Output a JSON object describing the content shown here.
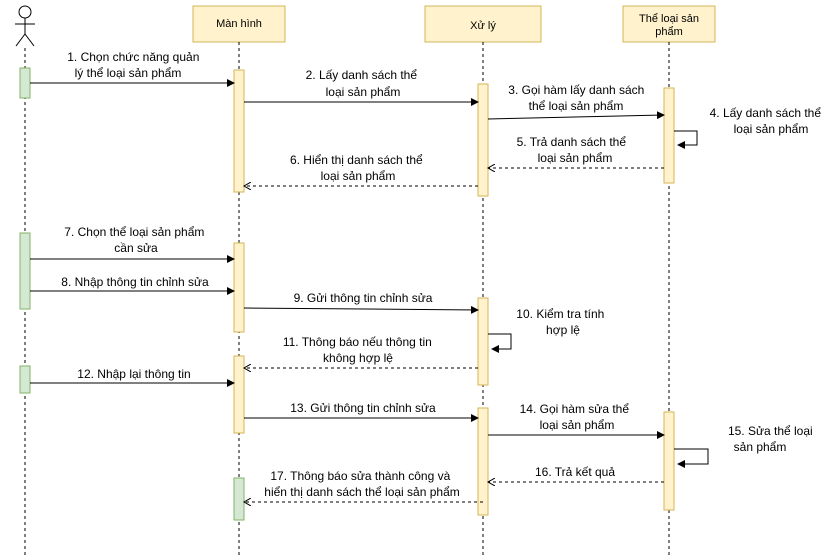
{
  "participants": [
    {
      "id": "user",
      "label": ""
    },
    {
      "id": "screen",
      "label": "Màn hình"
    },
    {
      "id": "proc",
      "label": "Xử lý"
    },
    {
      "id": "cat",
      "label": "Thể loại sản phẩm"
    }
  ],
  "messages": [
    {
      "n": "1",
      "text": [
        "1. Chọn chức năng quản",
        "lý thể loại sản phẩm"
      ]
    },
    {
      "n": "2",
      "text": [
        "2. Lấy danh sách thể",
        "loại sản phẩm"
      ]
    },
    {
      "n": "3",
      "text": [
        "3. Gọi hàm lấy danh sách",
        "thể loại sản phẩm"
      ]
    },
    {
      "n": "4",
      "text": [
        "4. Lấy danh sách thể",
        "loại sản phẩm"
      ]
    },
    {
      "n": "5",
      "text": [
        "5. Trả danh sách thể",
        "loại sản phẩm"
      ]
    },
    {
      "n": "6",
      "text": [
        "6. Hiển thị danh sách thể",
        "loại sản phẩm"
      ]
    },
    {
      "n": "7",
      "text": [
        "7. Chọn thể loại sản phẩm",
        "cần sửa"
      ]
    },
    {
      "n": "8",
      "text": [
        "8. Nhập thông tin chỉnh sửa"
      ]
    },
    {
      "n": "9",
      "text": [
        "9. Gửi thông tin chỉnh sửa"
      ]
    },
    {
      "n": "10",
      "text": [
        "10. Kiểm tra tính",
        "hợp lệ"
      ]
    },
    {
      "n": "11",
      "text": [
        "11. Thông báo nếu thông tin",
        "không hợp lệ"
      ]
    },
    {
      "n": "12",
      "text": [
        "12. Nhập lại thông tin"
      ]
    },
    {
      "n": "13",
      "text": [
        "13. Gửi thông tin chỉnh sửa"
      ]
    },
    {
      "n": "14",
      "text": [
        "14. Gọi hàm sửa thể",
        "loại sản phẩm"
      ]
    },
    {
      "n": "15",
      "text": [
        "15. Sửa thể loại",
        "sản phẩm"
      ]
    },
    {
      "n": "16",
      "text": [
        "16. Trả kết quả"
      ]
    },
    {
      "n": "17",
      "text": [
        "17. Thông báo sửa thành công và",
        "hiển thị danh sách thể loại sản phẩm"
      ]
    }
  ]
}
